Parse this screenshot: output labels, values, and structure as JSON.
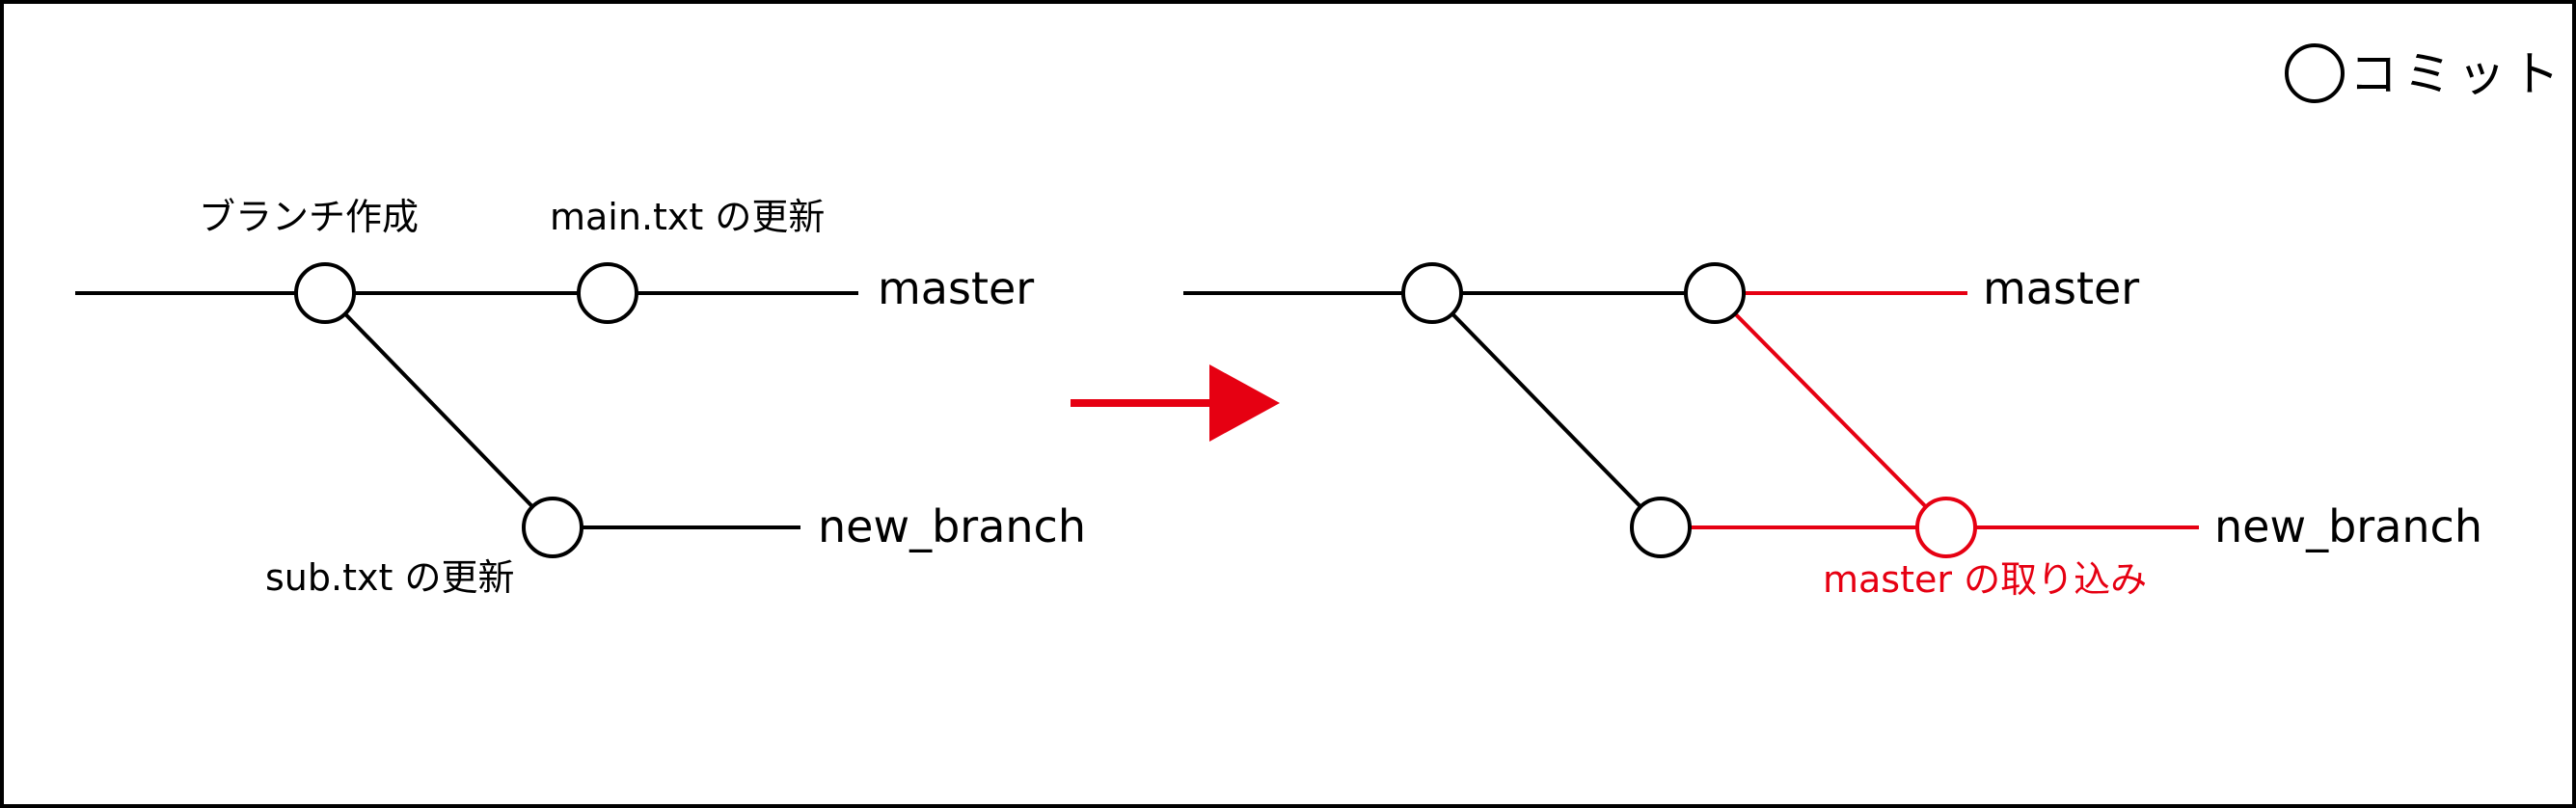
{
  "legend": {
    "label": "コミット",
    "icon": "commit-circle-icon"
  },
  "before": {
    "branch_creation_label": "ブランチ作成",
    "main_update_label": "main.txt の更新",
    "sub_update_label": "sub.txt の更新",
    "master_label": "master",
    "new_branch_label": "new_branch"
  },
  "after": {
    "master_label": "master",
    "new_branch_label": "new_branch",
    "merge_label": "master の取り込み"
  },
  "arrow": {
    "icon": "right-arrow-icon"
  },
  "colors": {
    "line": "#000000",
    "accent": "#e60012",
    "border": "#000000",
    "background": "#ffffff"
  }
}
